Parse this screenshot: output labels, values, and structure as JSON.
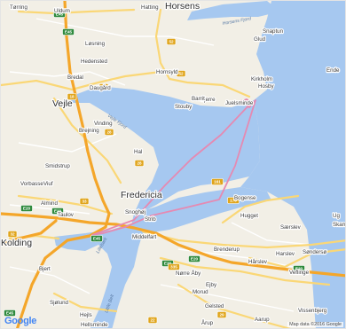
{
  "map": {
    "labels": {
      "cities": [
        {
          "name": "Horsens"
        },
        {
          "name": "Vejle"
        },
        {
          "name": "Fredericia"
        },
        {
          "name": "Kolding"
        }
      ],
      "towns": [
        {
          "name": "Tørring"
        },
        {
          "name": "Uldum"
        },
        {
          "name": "Hatting"
        },
        {
          "name": "Snaptun"
        },
        {
          "name": "Glud"
        },
        {
          "name": "Løsning"
        },
        {
          "name": "Hedensted"
        },
        {
          "name": "Bredal"
        },
        {
          "name": "Daugård"
        },
        {
          "name": "Hornsyld"
        },
        {
          "name": "Kirkholm"
        },
        {
          "name": "Hosby"
        },
        {
          "name": "Bjerre"
        },
        {
          "name": "Barrit"
        },
        {
          "name": "Juelsminde"
        },
        {
          "name": "Stouby"
        },
        {
          "name": "Vinding"
        },
        {
          "name": "Brejning"
        },
        {
          "name": "Smidstrup"
        },
        {
          "name": "Hal"
        },
        {
          "name": "Vorbasse"
        },
        {
          "name": "Viuf"
        },
        {
          "name": "Almind"
        },
        {
          "name": "Taulov"
        },
        {
          "name": "Snoghøj"
        },
        {
          "name": "Strib"
        },
        {
          "name": "Middelfart"
        },
        {
          "name": "Bogense"
        },
        {
          "name": "Hugget"
        },
        {
          "name": "Særslev"
        },
        {
          "name": "Harslev"
        },
        {
          "name": "Brenderup"
        },
        {
          "name": "Hårslev"
        },
        {
          "name": "Veflinge"
        },
        {
          "name": "Søndersø"
        },
        {
          "name": "Bjert"
        },
        {
          "name": "Nørre Åby"
        },
        {
          "name": "Ejby"
        },
        {
          "name": "Morud"
        },
        {
          "name": "Sjølund"
        },
        {
          "name": "Gelsted"
        },
        {
          "name": "Hejls"
        },
        {
          "name": "Vissenbjerg"
        },
        {
          "name": "Aarup"
        },
        {
          "name": "Årup"
        },
        {
          "name": "Hellsminde"
        },
        {
          "name": "Ende"
        },
        {
          "name": "Ug"
        },
        {
          "name": "Skamb"
        }
      ],
      "waters": [
        {
          "name": "Horsens Fjord"
        },
        {
          "name": "Vejle Fjord"
        },
        {
          "name": "Lillebælt"
        },
        {
          "name": "Little Belt"
        }
      ]
    },
    "road_shields": [
      {
        "label": "E45"
      },
      {
        "label": "E45"
      },
      {
        "label": "E20"
      },
      {
        "label": "E20"
      },
      {
        "label": "E20"
      },
      {
        "label": "18"
      },
      {
        "label": "23"
      },
      {
        "label": "28"
      },
      {
        "label": "52"
      },
      {
        "label": "52"
      },
      {
        "label": "28"
      },
      {
        "label": "161"
      },
      {
        "label": "170"
      },
      {
        "label": "E45"
      },
      {
        "label": "E20"
      },
      {
        "label": "33"
      },
      {
        "label": "32"
      },
      {
        "label": "22"
      },
      {
        "label": "29"
      },
      {
        "label": "E45"
      },
      {
        "label": "335"
      },
      {
        "label": "E20"
      }
    ],
    "colors": {
      "land": "#f2efe6",
      "water": "#a6c8f0",
      "motorway": "#f4a62a",
      "major_road": "#fad776",
      "route": "#e58ab2"
    }
  },
  "footer": {
    "logo_text": "Google",
    "attribution": "Map data ©2016 Google"
  }
}
